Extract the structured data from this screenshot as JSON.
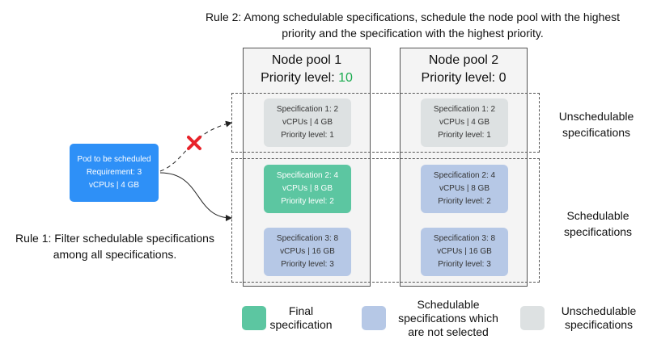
{
  "rules": {
    "rule2": "Rule 2: Among schedulable specifications, schedule the node pool with the highest priority and the specification with the highest priority.",
    "rule1": "Rule 1: Filter schedulable specifications among all specifications."
  },
  "pod": {
    "line1": "Pod to be scheduled",
    "line2": "Requirement: 3",
    "line3": "vCPUs | 4 GB"
  },
  "node_pools": [
    {
      "title": "Node pool 1",
      "priority_label": "Priority level: ",
      "priority_value": "10",
      "priority_color": "#1aab4f"
    },
    {
      "title": "Node pool 2",
      "priority_label": "Priority level: ",
      "priority_value": "0"
    }
  ],
  "specs": {
    "pool1_spec1": {
      "l1": "Specification 1: 2",
      "l2": "vCPUs | 4 GB",
      "l3": "Priority level: 1",
      "status": "unschedulable"
    },
    "pool1_spec2": {
      "l1": "Specification 2: 4",
      "l2": "vCPUs | 8 GB",
      "l3": "Priority level: 2",
      "status": "final"
    },
    "pool1_spec3": {
      "l1": "Specification 3: 8",
      "l2": "vCPUs | 16 GB",
      "l3": "Priority level: 3",
      "status": "schedulable"
    },
    "pool2_spec1": {
      "l1": "Specification 1: 2",
      "l2": "vCPUs | 4 GB",
      "l3": "Priority level: 1",
      "status": "unschedulable"
    },
    "pool2_spec2": {
      "l1": "Specification 2: 4",
      "l2": "vCPUs | 8 GB",
      "l3": "Priority level: 2",
      "status": "schedulable"
    },
    "pool2_spec3": {
      "l1": "Specification 3: 8",
      "l2": "vCPUs | 16 GB",
      "l3": "Priority level: 3",
      "status": "schedulable"
    }
  },
  "group_labels": {
    "unschedulable": {
      "l1": "Unschedulable",
      "l2": "specifications"
    },
    "schedulable": {
      "l1": "Schedulable",
      "l2": "specifications"
    }
  },
  "legend": {
    "final": {
      "l1": "Final",
      "l2": "specification",
      "color": "#5cc6a1"
    },
    "schedulable": {
      "l1": "Schedulable",
      "l2": "specifications which",
      "l3": "are not selected",
      "color": "#b6c8e6"
    },
    "unschedulable": {
      "l1": "Unschedulable",
      "l2": "specifications",
      "color": "#dde1e2"
    }
  },
  "colors": {
    "pod": "#2e90f7",
    "reject_mark": "#e8232a"
  },
  "icons": {
    "reject": "cross-icon"
  }
}
